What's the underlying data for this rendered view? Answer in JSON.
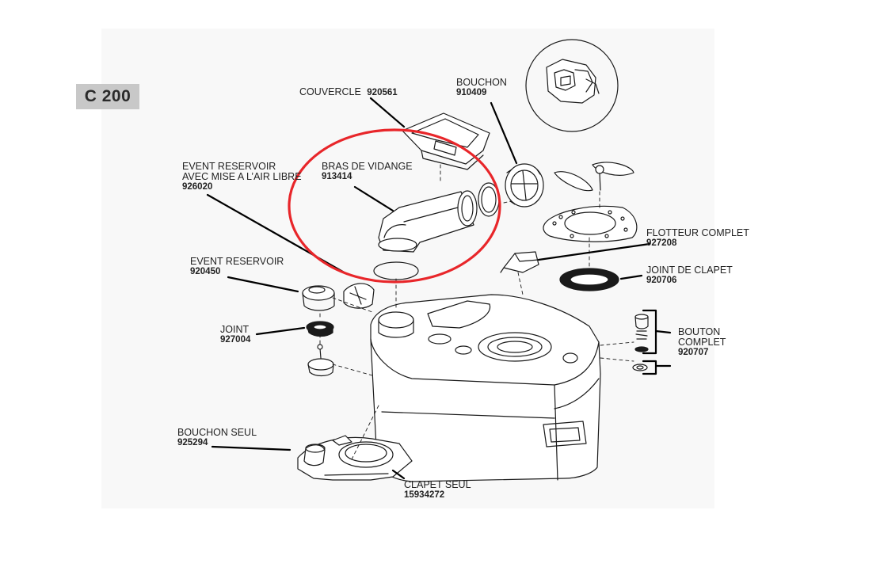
{
  "model": "C 200",
  "parts": [
    {
      "id": "couvercle",
      "name": "COUVERCLE",
      "ref": "920561"
    },
    {
      "id": "bouchon",
      "name": "BOUCHON",
      "ref": "910409"
    },
    {
      "id": "event-air-libre",
      "name": "EVENT RESERVOIR",
      "name2": "AVEC MISE A L’AIR LIBRE",
      "ref": "926020"
    },
    {
      "id": "bras-vidange",
      "name": "BRAS DE VIDANGE",
      "ref": "913414"
    },
    {
      "id": "event-reservoir",
      "name": "EVENT RESERVOIR",
      "ref": "920450"
    },
    {
      "id": "joint",
      "name": "JOINT",
      "ref": "927004"
    },
    {
      "id": "flotteur",
      "name": "FLOTTEUR COMPLET",
      "ref": "927208"
    },
    {
      "id": "joint-clapet",
      "name": "JOINT DE CLAPET",
      "ref": "920706"
    },
    {
      "id": "bouton",
      "name": "BOUTON",
      "name2": "COMPLET",
      "ref": "920707"
    },
    {
      "id": "bouchon-seul",
      "name": "BOUCHON SEUL",
      "ref": "925294"
    },
    {
      "id": "clapet-seul",
      "name": "CLAPET SEUL",
      "ref": "15934272"
    }
  ],
  "highlight": {
    "color": "#e8262a",
    "part": "bras-vidange"
  },
  "colors": {
    "line": "#1a1a1a",
    "paper": "#f8f8f8",
    "badge": "#c8c8c8"
  }
}
